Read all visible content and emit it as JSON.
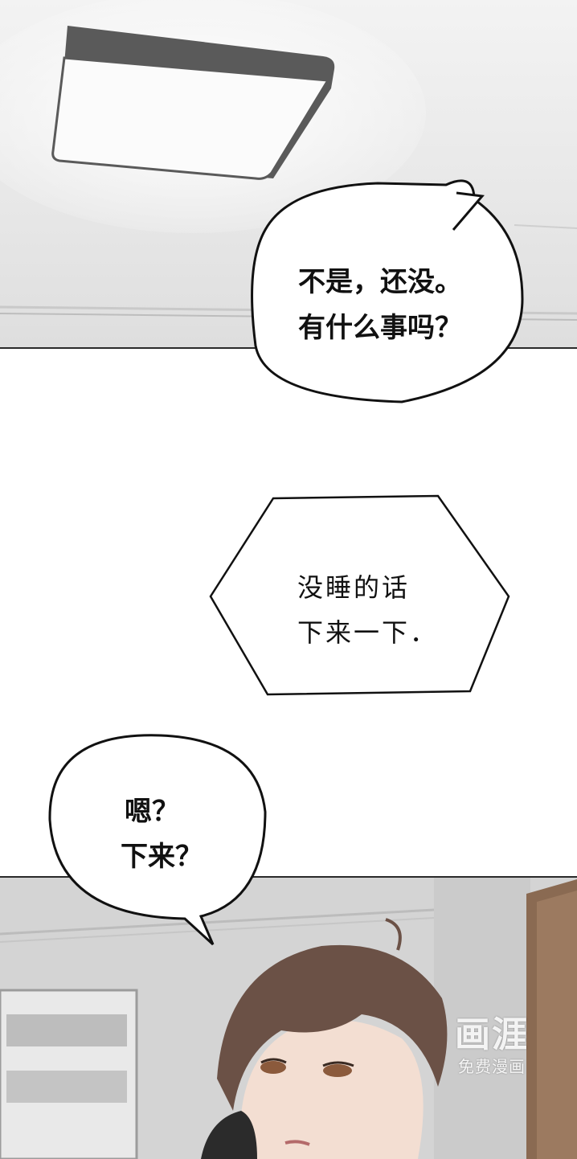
{
  "bubbles": {
    "top": {
      "line1": "不是，还没。",
      "line2": "有什么事吗？"
    },
    "middle": {
      "line1": "没睡的话",
      "line2": "下来一下．"
    },
    "bottom": {
      "line1": "嗯？",
      "line2": "下来？"
    }
  },
  "watermark": {
    "logo": "画涯",
    "subtitle": "免费漫画"
  },
  "colors": {
    "panel_border": "#2a2a2a",
    "bubble_fill": "#ffffff",
    "bubble_stroke": "#111111",
    "hair": "#6b5146",
    "wall": "#d6d6d6"
  }
}
